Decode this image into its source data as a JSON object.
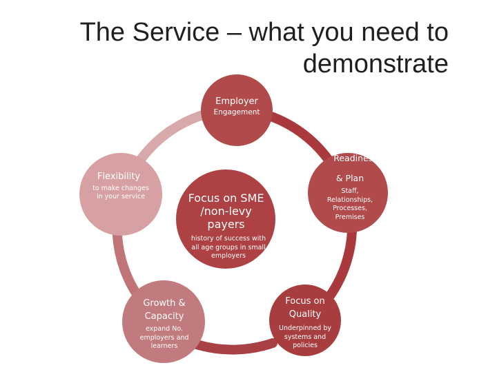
{
  "title": "The Service – what you need to demonstrate",
  "colors": {
    "employer": "#b04a4b",
    "center": "#ad4144",
    "readiness": "#b04a4b",
    "quality": "#a83d40",
    "growth": "#c17a7d",
    "flexibility": "#d7a1a3",
    "ring_top_left": "#d7a9aa",
    "ring_right": "#a9393c",
    "ring_bottom": "#a94045",
    "ring_bottom_left": "#c07478"
  },
  "center": {
    "title": "Focus on SME /non-levy payers",
    "subtitle": "history of success with all age groups in small employers"
  },
  "nodes": {
    "employer": {
      "title": "Employer",
      "subtitle": "Engagement"
    },
    "readiness": {
      "title": "Readiness",
      "title2": "& Plan",
      "subtitle": "Staff, Relationships, Processes, Premises"
    },
    "quality": {
      "title": "Focus on Quality",
      "subtitle": "Underpinned by systems and policies"
    },
    "growth": {
      "title": "Growth & Capacity",
      "subtitle": "expand No. employers and learners"
    },
    "flexibility": {
      "title": "Flexibility",
      "subtitle": "to make changes in your service"
    }
  }
}
